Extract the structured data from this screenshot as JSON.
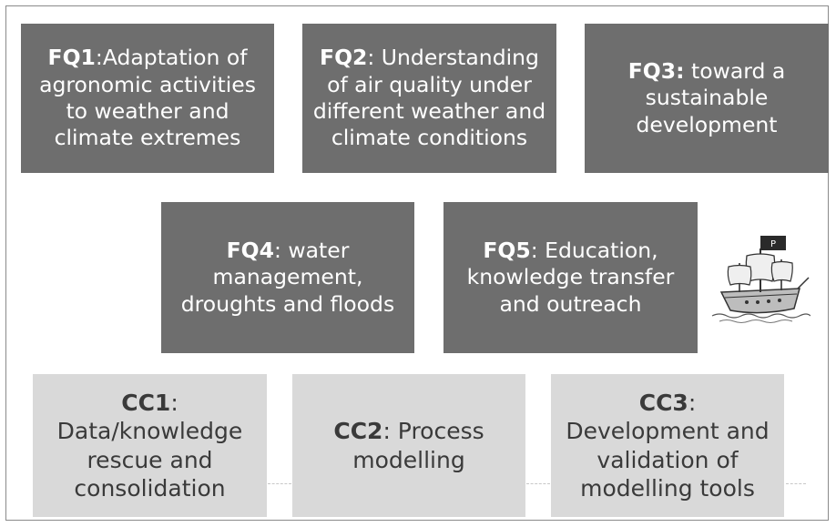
{
  "focus_questions": [
    {
      "code": "FQ1",
      "text": ":Adaptation of agronomic activities to weather and climate extremes"
    },
    {
      "code": "FQ2",
      "text": ": Understanding of air quality under different weather and climate conditions"
    },
    {
      "code": "FQ3:",
      "text": " toward a sustainable development"
    },
    {
      "code": "FQ4",
      "text": ": water management, droughts and floods"
    },
    {
      "code": "FQ5",
      "text": ": Education, knowledge transfer and outreach"
    }
  ],
  "cross_cutting": [
    {
      "code": "CC1",
      "text": ": Data/knowledge rescue and consolidation"
    },
    {
      "code": "CC2",
      "text": ": Process modelling"
    },
    {
      "code": "CC3",
      "text": ": Development and validation of modelling tools"
    }
  ],
  "ship_flag_letter": "P"
}
